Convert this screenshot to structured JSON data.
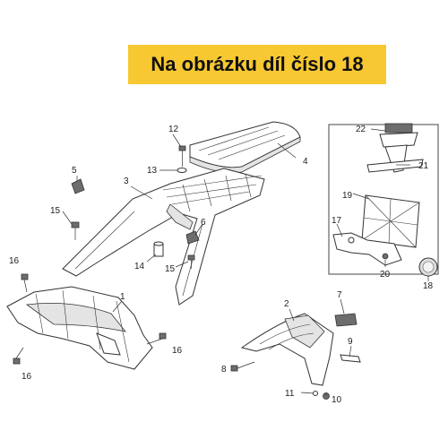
{
  "banner": {
    "text": "Na obrázku díl číslo 18",
    "color": "#f7c832"
  },
  "callouts": {
    "c1": "1",
    "c2": "2",
    "c3": "3",
    "c4": "4",
    "c5": "5",
    "c6": "6",
    "c7": "7",
    "c8": "8",
    "c9": "9",
    "c10": "10",
    "c11": "11",
    "c12": "12",
    "c13": "13",
    "c14": "14",
    "c15a": "15",
    "c15b": "15",
    "c16a": "16",
    "c16b": "16",
    "c16c": "16",
    "c17": "17",
    "c18": "18",
    "c19": "19",
    "c20": "20",
    "c21": "21",
    "c22": "22"
  }
}
